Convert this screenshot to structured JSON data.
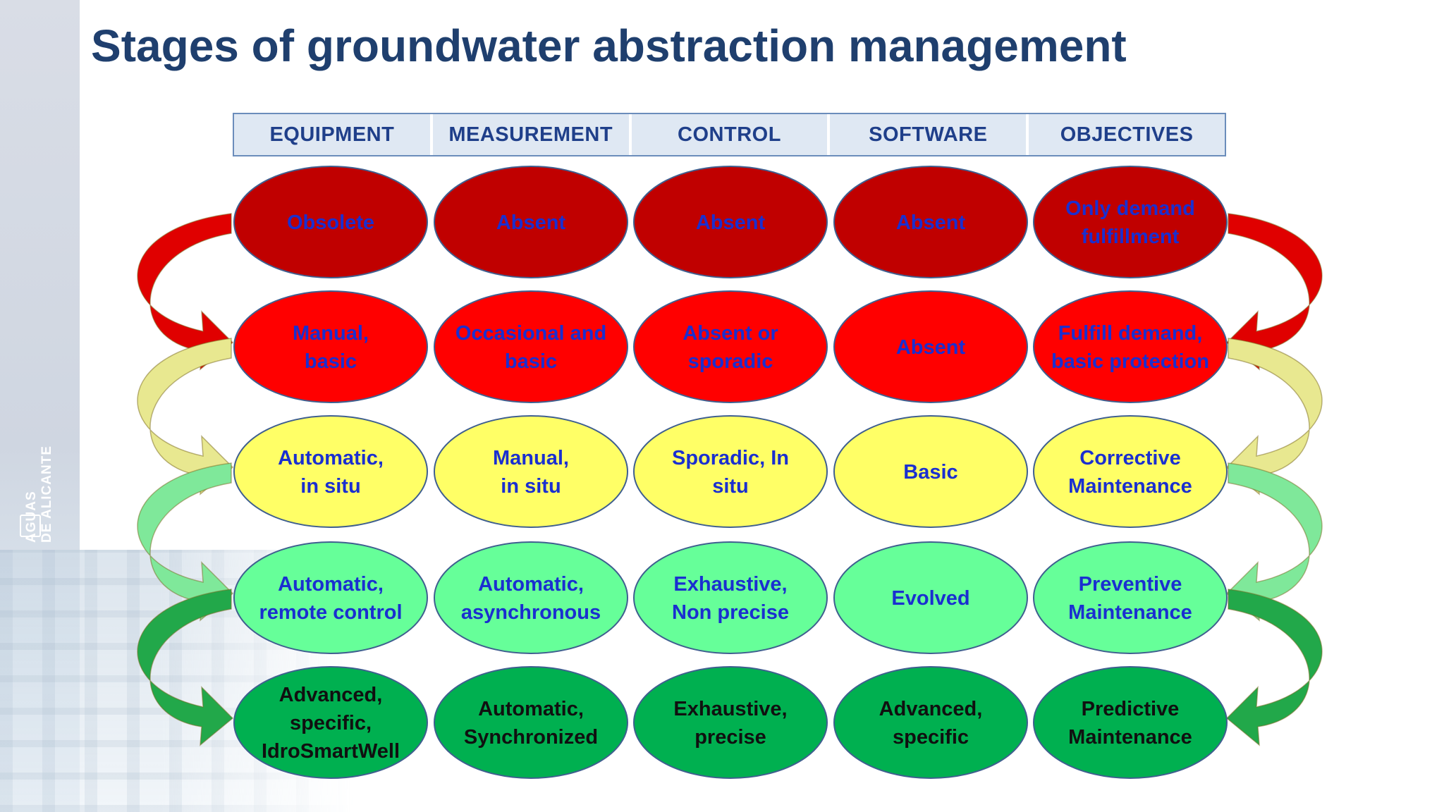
{
  "title": "Stages of groundwater abstraction management",
  "logo": {
    "line1": "AGUAS",
    "line2": "DE ALICANTE"
  },
  "headers": [
    "EQUIPMENT",
    "MEASUREMENT",
    "CONTROL",
    "SOFTWARE",
    "OBJECTIVES"
  ],
  "rows": [
    {
      "fill": "#c00000",
      "text_color": "#1a2fd0",
      "arrow_color": "#e00000",
      "cells": [
        [
          "Obsolete"
        ],
        [
          "Absent"
        ],
        [
          "Absent"
        ],
        [
          "Absent"
        ],
        [
          "Only demand",
          "fulfillment"
        ]
      ]
    },
    {
      "fill": "#ff0000",
      "text_color": "#1a2fd0",
      "arrow_color": "#e8e890",
      "cells": [
        [
          "Manual,",
          "basic"
        ],
        [
          "Occasional  and",
          "basic"
        ],
        [
          "Absent or",
          "sporadic"
        ],
        [
          "Absent"
        ],
        [
          "Fulfill demand,",
          "basic protection"
        ]
      ]
    },
    {
      "fill": "#ffff66",
      "text_color": "#1a2fd0",
      "arrow_color": "#7fe89a",
      "cells": [
        [
          "Automatic,",
          "in situ"
        ],
        [
          "Manual,",
          "in situ"
        ],
        [
          "Sporadic, In",
          "situ"
        ],
        [
          "Basic"
        ],
        [
          "Corrective",
          "Maintenance"
        ]
      ]
    },
    {
      "fill": "#66ff99",
      "text_color": "#1a2fd0",
      "arrow_color": "#22a84a",
      "cells": [
        [
          "Automatic,",
          "remote control"
        ],
        [
          "Automatic,",
          "asynchronous"
        ],
        [
          "Exhaustive,",
          "Non precise"
        ],
        [
          "Evolved"
        ],
        [
          "Preventive",
          "Maintenance"
        ]
      ]
    },
    {
      "fill": "#00b050",
      "text_color": "#101010",
      "arrow_color": null,
      "cells": [
        [
          "Advanced,",
          "specific,",
          "IdroSmartWell"
        ],
        [
          "Automatic,",
          "Synchronized"
        ],
        [
          "Exhaustive,",
          "precise"
        ],
        [
          "Advanced,",
          "specific"
        ],
        [
          "Predictive",
          "Maintenance"
        ]
      ]
    }
  ]
}
